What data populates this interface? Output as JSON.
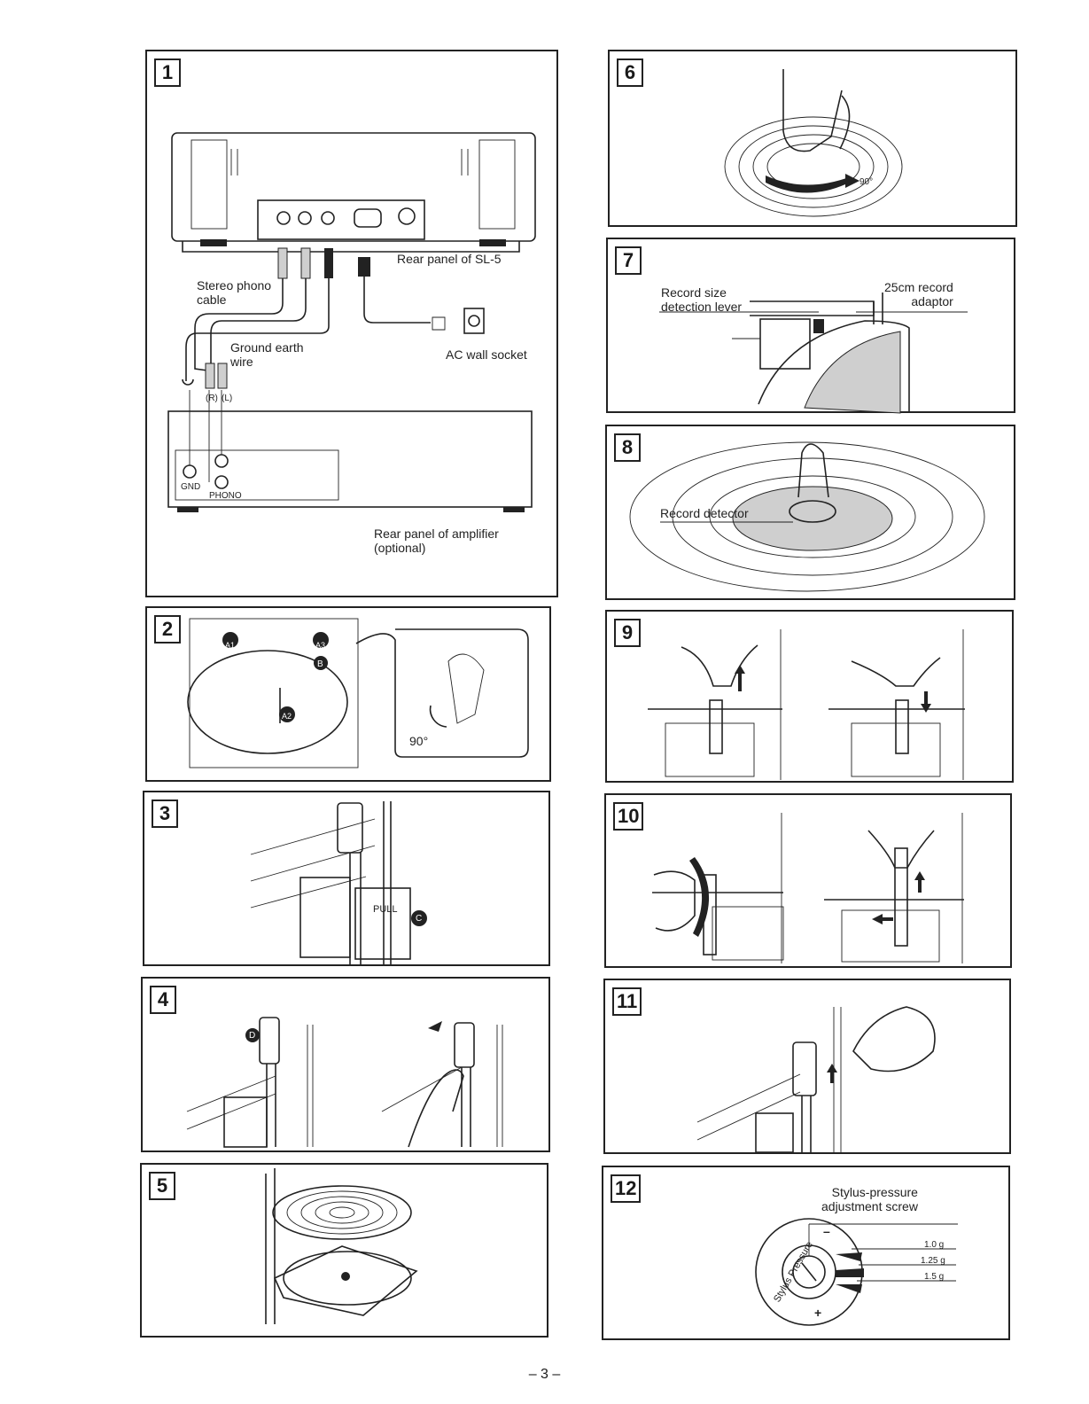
{
  "page_number": "– 3 –",
  "panels": [
    {
      "number": "1",
      "labels": {
        "rear_sl5": "Rear panel of SL-5",
        "stereo_phono": "Stereo phono\ncable",
        "ground_wire": "Ground earth\nwire",
        "ac_socket": "AC wall socket",
        "amp_rear": "Rear panel of amplifier\n(optional)",
        "gnd": "GND",
        "phono": "PHONO",
        "r": "(R)",
        "l": "(L)"
      }
    },
    {
      "number": "2",
      "labels": {
        "a1": "A1",
        "a2": "A2",
        "a3": "A3",
        "b": "B",
        "angle": "90°"
      }
    },
    {
      "number": "3",
      "labels": {
        "pull": "PULL",
        "c": "C"
      }
    },
    {
      "number": "4",
      "labels": {
        "d": "D"
      }
    },
    {
      "number": "5",
      "labels": {}
    },
    {
      "number": "6",
      "labels": {
        "angle": "90°"
      }
    },
    {
      "number": "7",
      "labels": {
        "record_size": "Record size\ndetection lever",
        "adaptor": "25cm record\nadaptor"
      }
    },
    {
      "number": "8",
      "labels": {
        "record_detector": "Record detector"
      }
    },
    {
      "number": "9",
      "labels": {}
    },
    {
      "number": "10",
      "labels": {}
    },
    {
      "number": "11",
      "labels": {}
    },
    {
      "number": "12",
      "labels": {
        "screw": "Stylus-pressure\nadjustment screw",
        "g1": "1.0 g",
        "g2": "1.25 g",
        "g3": "1.5 g",
        "dial": "Stylus Pressure",
        "minus": "–",
        "plus": "+"
      }
    }
  ]
}
